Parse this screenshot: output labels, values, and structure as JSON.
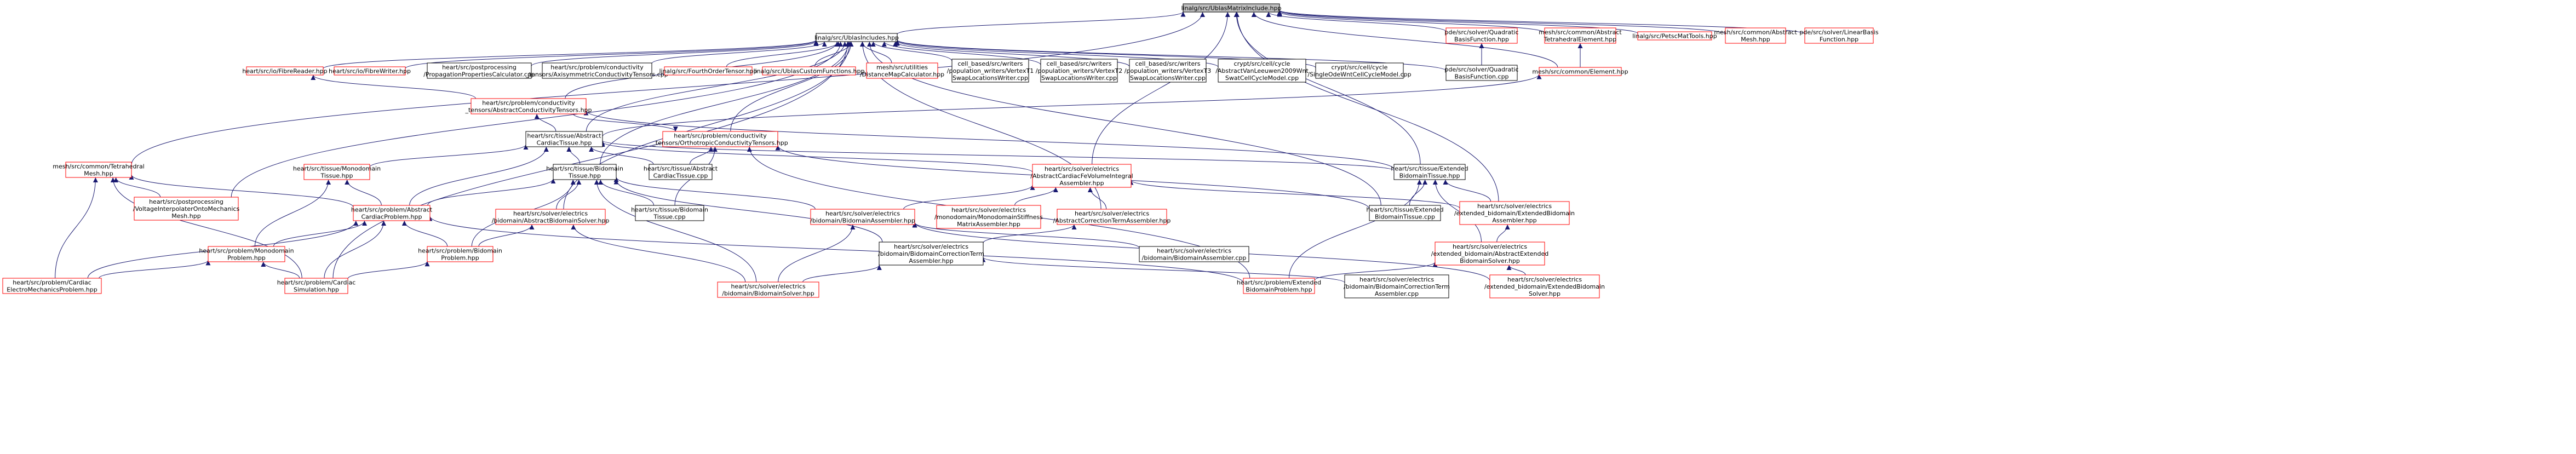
{
  "nodes": [
    {
      "id": "root",
      "lines": [
        "linalg/src/UblasMatrixInclude.hpp"
      ],
      "red": false,
      "root": true
    },
    {
      "id": "n_ublas",
      "lines": [
        "linalg/src/UblasIncludes.hpp"
      ],
      "red": false
    },
    {
      "id": "n_pdequad",
      "lines": [
        "pde/src/solver/Quadratic",
        "BasisFunction.hpp"
      ],
      "red": true
    },
    {
      "id": "n_abstet",
      "lines": [
        "mesh/src/common/Abstract",
        "TetrahedralElement.hpp"
      ],
      "red": true
    },
    {
      "id": "n_petsc",
      "lines": [
        "linalg/src/PetscMatTools.hpp"
      ],
      "red": true
    },
    {
      "id": "n_absmesh",
      "lines": [
        "mesh/src/common/Abstract",
        "Mesh.hpp"
      ],
      "red": true
    },
    {
      "id": "n_linbasis",
      "lines": [
        "pde/src/solver/LinearBasis",
        "Function.hpp"
      ],
      "red": true
    },
    {
      "id": "n_pdequadcpp",
      "lines": [
        "pde/src/solver/Quadratic",
        "BasisFunction.cpp"
      ],
      "red": false
    },
    {
      "id": "n_element",
      "lines": [
        "mesh/src/common/Element.hpp"
      ],
      "red": true
    },
    {
      "id": "n_fibrereader",
      "lines": [
        "heart/src/io/FibreReader.hpp"
      ],
      "red": true
    },
    {
      "id": "n_fibrewriter",
      "lines": [
        "heart/src/io/FibreWriter.hpp"
      ],
      "red": true
    },
    {
      "id": "n_propcalc",
      "lines": [
        "heart/src/postprocessing",
        "/PropagationPropertiesCalculator.cpp"
      ],
      "red": false
    },
    {
      "id": "n_axisym",
      "lines": [
        "heart/src/problem/conductivity",
        "_tensors/AxisymmetricConductivityTensors.cpp"
      ],
      "red": false
    },
    {
      "id": "n_fourth",
      "lines": [
        "linalg/src/FourthOrderTensor.hpp"
      ],
      "red": true
    },
    {
      "id": "n_ublascf",
      "lines": [
        "linalg/src/UblasCustomFunctions.hpp"
      ],
      "red": true
    },
    {
      "id": "n_distmap",
      "lines": [
        "mesh/src/utilities",
        "/DistanceMapCalculator.hpp"
      ],
      "red": true
    },
    {
      "id": "n_t1",
      "lines": [
        "cell_based/src/writers",
        "/population_writers/VertexT1",
        "SwapLocationsWriter.cpp"
      ],
      "red": false
    },
    {
      "id": "n_t2",
      "lines": [
        "cell_based/src/writers",
        "/population_writers/VertexT2",
        "SwapLocationsWriter.cpp"
      ],
      "red": false
    },
    {
      "id": "n_t3",
      "lines": [
        "cell_based/src/writers",
        "/population_writers/VertexT3",
        "SwapLocationsWriter.cpp"
      ],
      "red": false
    },
    {
      "id": "n_vanleeuwen",
      "lines": [
        "crypt/src/cell/cycle",
        "/AbstractVanLeeuwen2009Wnt",
        "SwatCellCycleModel.cpp"
      ],
      "red": false
    },
    {
      "id": "n_singleode",
      "lines": [
        "crypt/src/cell/cycle",
        "/SingleOdeWntCellCycleModel.cpp"
      ],
      "red": false
    },
    {
      "id": "n_absconduct",
      "lines": [
        "heart/src/problem/conductivity",
        "_tensors/AbstractConductivityTensors.hpp"
      ],
      "red": true
    },
    {
      "id": "n_tetmesh",
      "lines": [
        "mesh/src/common/Tetrahedral",
        "Mesh.hpp"
      ],
      "red": true
    },
    {
      "id": "n_abscardiac",
      "lines": [
        "heart/src/tissue/Abstract",
        "CardiacTissue.hpp"
      ],
      "red": false
    },
    {
      "id": "n_ortho",
      "lines": [
        "heart/src/problem/conductivity",
        "_tensors/OrthotropicConductivityTensors.hpp"
      ],
      "red": true
    },
    {
      "id": "n_monotissue",
      "lines": [
        "heart/src/tissue/Monodomain",
        "Tissue.hpp"
      ],
      "red": true
    },
    {
      "id": "n_bitissue",
      "lines": [
        "heart/src/tissue/Bidomain",
        "Tissue.hpp"
      ],
      "red": false
    },
    {
      "id": "n_abstissuecpp",
      "lines": [
        "heart/src/tissue/Abstract",
        "CardiacTissue.cpp"
      ],
      "red": false
    },
    {
      "id": "n_absfevol",
      "lines": [
        "heart/src/solver/electrics",
        "/AbstractCardiacFeVolumeIntegral",
        "Assembler.hpp"
      ],
      "red": true
    },
    {
      "id": "n_exttissue",
      "lines": [
        "heart/src/tissue/Extended",
        "BidomainTissue.hpp"
      ],
      "red": false
    },
    {
      "id": "n_voltinterp",
      "lines": [
        "heart/src/postprocessing",
        "/VoltageInterpolaterOntoMechanics",
        "Mesh.hpp"
      ],
      "red": true
    },
    {
      "id": "n_absprob",
      "lines": [
        "heart/src/problem/Abstract",
        "CardiacProblem.hpp"
      ],
      "red": true
    },
    {
      "id": "n_absbisolver",
      "lines": [
        "heart/src/solver/electrics",
        "/bidomain/AbstractBidomainSolver.hpp"
      ],
      "red": true
    },
    {
      "id": "n_bitissuecpp",
      "lines": [
        "heart/src/tissue/Bidomain",
        "Tissue.cpp"
      ],
      "red": false
    },
    {
      "id": "n_biasm",
      "lines": [
        "heart/src/solver/electrics",
        "/bidomain/BidomainAssembler.hpp"
      ],
      "red": true
    },
    {
      "id": "n_monostiff",
      "lines": [
        "heart/src/solver/electrics",
        "/monodomain/MonodomainStiffness",
        "MatrixAssembler.hpp"
      ],
      "red": true
    },
    {
      "id": "n_abscorr",
      "lines": [
        "heart/src/solver/electrics",
        "/AbstractCorrectionTermAssembler.hpp"
      ],
      "red": true
    },
    {
      "id": "n_exttissuecpp",
      "lines": [
        "heart/src/tissue/Extended",
        "BidomainTissue.cpp"
      ],
      "red": false
    },
    {
      "id": "n_extasm",
      "lines": [
        "heart/src/solver/electrics",
        "/extended_bidomain/ExtendedBidomain",
        "Assembler.hpp"
      ],
      "red": true
    },
    {
      "id": "n_monoprob",
      "lines": [
        "heart/src/problem/Monodomain",
        "Problem.hpp"
      ],
      "red": true
    },
    {
      "id": "n_biprob",
      "lines": [
        "heart/src/problem/Bidomain",
        "Problem.hpp"
      ],
      "red": true
    },
    {
      "id": "n_bicorr",
      "lines": [
        "heart/src/solver/electrics",
        "/bidomain/BidomainCorrectionTerm",
        "Assembler.hpp"
      ],
      "red": false
    },
    {
      "id": "n_biasmcpp",
      "lines": [
        "heart/src/solver/electrics",
        "/bidomain/BidomainAssembler.cpp"
      ],
      "red": false
    },
    {
      "id": "n_absextsolver",
      "lines": [
        "heart/src/solver/electrics",
        "/extended_bidomain/AbstractExtended",
        "BidomainSolver.hpp"
      ],
      "red": true
    },
    {
      "id": "n_cardiacem",
      "lines": [
        "heart/src/problem/Cardiac",
        "ElectroMechanicsProblem.hpp"
      ],
      "red": true
    },
    {
      "id": "n_cardiacsim",
      "lines": [
        "heart/src/problem/Cardiac",
        "Simulation.hpp"
      ],
      "red": true
    },
    {
      "id": "n_bisolver",
      "lines": [
        "heart/src/solver/electrics",
        "/bidomain/BidomainSolver.hpp"
      ],
      "red": true
    },
    {
      "id": "n_extprob",
      "lines": [
        "heart/src/problem/Extended",
        "BidomainProblem.hpp"
      ],
      "red": true
    },
    {
      "id": "n_bicorrcpp",
      "lines": [
        "heart/src/solver/electrics",
        "/bidomain/BidomainCorrectionTerm",
        "Assembler.cpp"
      ],
      "red": false
    },
    {
      "id": "n_extsolver",
      "lines": [
        "heart/src/solver/electrics",
        "/extended_bidomain/ExtendedBidomain",
        "Solver.hpp"
      ],
      "red": true
    }
  ],
  "edges": [
    [
      "n_ublas",
      "root"
    ],
    [
      "n_pdequad",
      "root"
    ],
    [
      "n_abstet",
      "root"
    ],
    [
      "n_petsc",
      "root"
    ],
    [
      "n_absmesh",
      "root"
    ],
    [
      "n_linbasis",
      "root"
    ],
    [
      "n_element",
      "root"
    ],
    [
      "n_tetmesh",
      "root"
    ],
    [
      "n_absfevol",
      "root"
    ],
    [
      "n_exttissue",
      "root"
    ],
    [
      "n_extasm",
      "root"
    ],
    [
      "n_pdequadcpp",
      "n_pdequad"
    ],
    [
      "n_element",
      "n_abstet"
    ],
    [
      "n_abscardiac",
      "n_element"
    ],
    [
      "n_fibrereader",
      "n_ublas"
    ],
    [
      "n_fibrewriter",
      "n_ublas"
    ],
    [
      "n_propcalc",
      "n_ublas"
    ],
    [
      "n_axisym",
      "n_ublas"
    ],
    [
      "n_fourth",
      "n_ublas"
    ],
    [
      "n_ublascf",
      "n_ublas"
    ],
    [
      "n_distmap",
      "n_ublas"
    ],
    [
      "n_t1",
      "n_ublas"
    ],
    [
      "n_t2",
      "n_ublas"
    ],
    [
      "n_t3",
      "n_ublas"
    ],
    [
      "n_vanleeuwen",
      "n_ublas"
    ],
    [
      "n_singleode",
      "n_ublas"
    ],
    [
      "n_pdequadcpp",
      "n_ublas"
    ],
    [
      "n_absconduct",
      "n_ublas"
    ],
    [
      "n_ortho",
      "n_ublas"
    ],
    [
      "n_voltinterp",
      "n_ublas"
    ],
    [
      "n_cardiacsim",
      "n_ublas"
    ],
    [
      "n_bitissue",
      "n_ublas"
    ],
    [
      "n_abscardiac",
      "n_ublas"
    ],
    [
      "n_absbisolver",
      "n_ublas"
    ],
    [
      "n_abscorr",
      "n_ublas"
    ],
    [
      "n_exttissuecpp",
      "n_ublas"
    ],
    [
      "n_absconduct",
      "n_fibrereader"
    ],
    [
      "n_abscardiac",
      "n_absconduct"
    ],
    [
      "n_exttissue",
      "n_absconduct"
    ],
    [
      "n_absconduct",
      "n_ortho"
    ],
    [
      "n_abstissuecpp",
      "n_ortho"
    ],
    [
      "n_bitissuecpp",
      "n_ortho"
    ],
    [
      "n_extprob",
      "n_ortho"
    ],
    [
      "n_exttissuecpp",
      "n_ortho"
    ],
    [
      "n_monotissue",
      "n_abscardiac"
    ],
    [
      "n_bitissue",
      "n_abscardiac"
    ],
    [
      "n_abstissuecpp",
      "n_abscardiac"
    ],
    [
      "n_absfevol",
      "n_abscardiac"
    ],
    [
      "n_exttissue",
      "n_abscardiac"
    ],
    [
      "n_absprob",
      "n_abscardiac"
    ],
    [
      "n_voltinterp",
      "n_tetmesh"
    ],
    [
      "n_absprob",
      "n_tetmesh"
    ],
    [
      "n_cardiacem",
      "n_tetmesh"
    ],
    [
      "n_cardiacsim",
      "n_tetmesh"
    ],
    [
      "n_monoprob",
      "n_monotissue"
    ],
    [
      "n_absprob",
      "n_monotissue"
    ],
    [
      "n_absprob",
      "n_bitissue"
    ],
    [
      "n_absbisolver",
      "n_bitissue"
    ],
    [
      "n_bitissuecpp",
      "n_bitissue"
    ],
    [
      "n_biprob",
      "n_bitissue"
    ],
    [
      "n_bisolver",
      "n_bitissue"
    ],
    [
      "n_biasm",
      "n_bitissue"
    ],
    [
      "n_bicorr",
      "n_bitissue"
    ],
    [
      "n_biasm",
      "n_absfevol"
    ],
    [
      "n_monostiff",
      "n_absfevol"
    ],
    [
      "n_abscorr",
      "n_absfevol"
    ],
    [
      "n_extasm",
      "n_absfevol"
    ],
    [
      "n_exttissuecpp",
      "n_exttissue"
    ],
    [
      "n_extasm",
      "n_exttissue"
    ],
    [
      "n_absextsolver",
      "n_exttissue"
    ],
    [
      "n_extprob",
      "n_exttissue"
    ],
    [
      "n_monoprob",
      "n_absprob"
    ],
    [
      "n_biprob",
      "n_absprob"
    ],
    [
      "n_cardiacem",
      "n_absprob"
    ],
    [
      "n_cardiacsim",
      "n_absprob"
    ],
    [
      "n_extprob",
      "n_absprob"
    ],
    [
      "n_biprob",
      "n_absbisolver"
    ],
    [
      "n_bisolver",
      "n_absbisolver"
    ],
    [
      "n_biasmcpp",
      "n_biasm"
    ],
    [
      "n_bisolver",
      "n_biasm"
    ],
    [
      "n_bicorr",
      "n_abscorr"
    ],
    [
      "n_bicorrcpp",
      "n_bicorr"
    ],
    [
      "n_bisolver",
      "n_bicorr"
    ],
    [
      "n_absextsolver",
      "n_extasm"
    ],
    [
      "n_extsolver",
      "n_absextsolver"
    ],
    [
      "n_extprob",
      "n_absextsolver"
    ],
    [
      "n_cardiacem",
      "n_monoprob"
    ],
    [
      "n_cardiacsim",
      "n_monoprob"
    ],
    [
      "n_cardiacsim",
      "n_biprob"
    ],
    [
      "n_extsolver",
      "n_biasm"
    ]
  ]
}
